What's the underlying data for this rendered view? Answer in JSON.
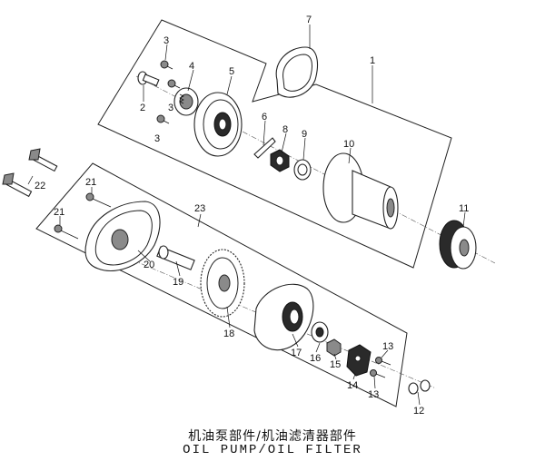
{
  "callouts": {
    "n1": "1",
    "n2": "2",
    "n3a": "3",
    "n3b": "3",
    "n3c": "3",
    "n4": "4",
    "n5": "5",
    "n6": "6",
    "n7": "7",
    "n8": "8",
    "n9": "9",
    "n10": "10",
    "n11": "11",
    "n12": "12",
    "n13a": "13",
    "n13b": "13",
    "n14": "14",
    "n15": "15",
    "n16": "16",
    "n17": "17",
    "n18": "18",
    "n19": "19",
    "n20": "20",
    "n21a": "21",
    "n21b": "21",
    "n22": "22",
    "n23": "23"
  },
  "caption": {
    "chinese": "机油泵部件/机油滤清器部件",
    "english": "OIL PUMP/OIL FILTER"
  }
}
